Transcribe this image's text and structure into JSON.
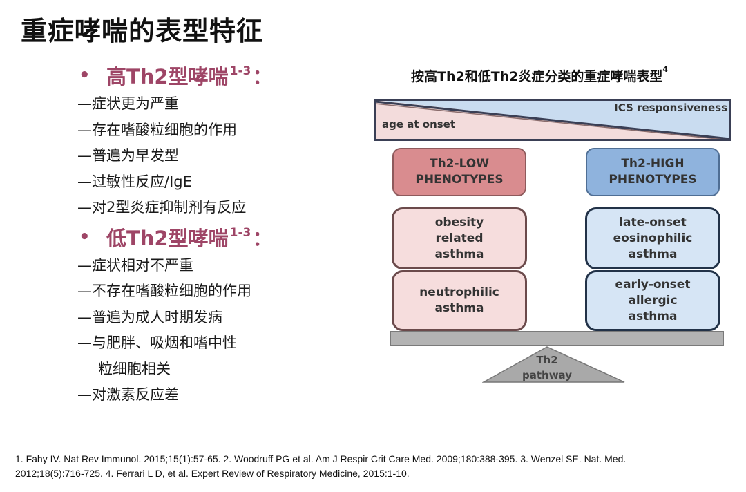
{
  "title": "重症哮喘的表型特征",
  "left_panel": {
    "sections": [
      {
        "heading": "高Th2型哮喘",
        "superscript": "1-3",
        "colon": "：",
        "bullet": "•",
        "items": [
          "—症状更为严重",
          "—存在嗜酸粒细胞的作用",
          "—普遍为早发型",
          "—过敏性反应/IgE",
          "—对2型炎症抑制剂有反应"
        ]
      },
      {
        "heading": "低Th2型哮喘",
        "superscript": "1-3",
        "colon": "：",
        "bullet": "•",
        "items": [
          "—症状相对不严重",
          "—不存在嗜酸粒细胞的作用",
          "—普遍为成人时期发病",
          "—与肥胖、吸烟和嗜中性",
          "粒细胞相关",
          "—对激素反应差"
        ]
      }
    ]
  },
  "diagram": {
    "title": "按高Th2和低Th2炎症分类的重症哮喘表型",
    "title_superscript": "4",
    "wedge": {
      "top_label": "ICS responsiveness",
      "bottom_label": "age at onset",
      "colors": {
        "blue": "#c9dcf0",
        "pink": "#f3dcdc",
        "border": "#3a3f55"
      }
    },
    "low": {
      "header_line1": "Th2-LOW",
      "header_line2": "PHENOTYPES",
      "box1": [
        "obesity",
        "related",
        "asthma"
      ],
      "box2": [
        "neutrophilic",
        "asthma"
      ],
      "color": "#d98c8f"
    },
    "high": {
      "header_line1": "Th2-HIGH",
      "header_line2": "PHENOTYPES",
      "box1": [
        "late-onset",
        "eosinophilic",
        "asthma"
      ],
      "box2": [
        "early-onset",
        "allergic",
        "asthma"
      ],
      "color": "#8fb3dd"
    },
    "fulcrum": {
      "line1": "Th2",
      "line2": "pathway",
      "color": "#a9a9a9"
    }
  },
  "references": {
    "line1": "1. Fahy IV. Nat Rev Immunol. 2015;15(1):57-65. 2. Woodruff PG et al. Am J Respir Crit Care Med. 2009;180:388-395. 3. Wenzel SE. Nat. Med.",
    "line2": "2012;18(5):716-725. 4. Ferrari L D, et al. Expert Review of Respiratory Medicine, 2015:1-10."
  },
  "colors": {
    "heading_accent": "#9e4566",
    "text": "#1a1a1a"
  }
}
